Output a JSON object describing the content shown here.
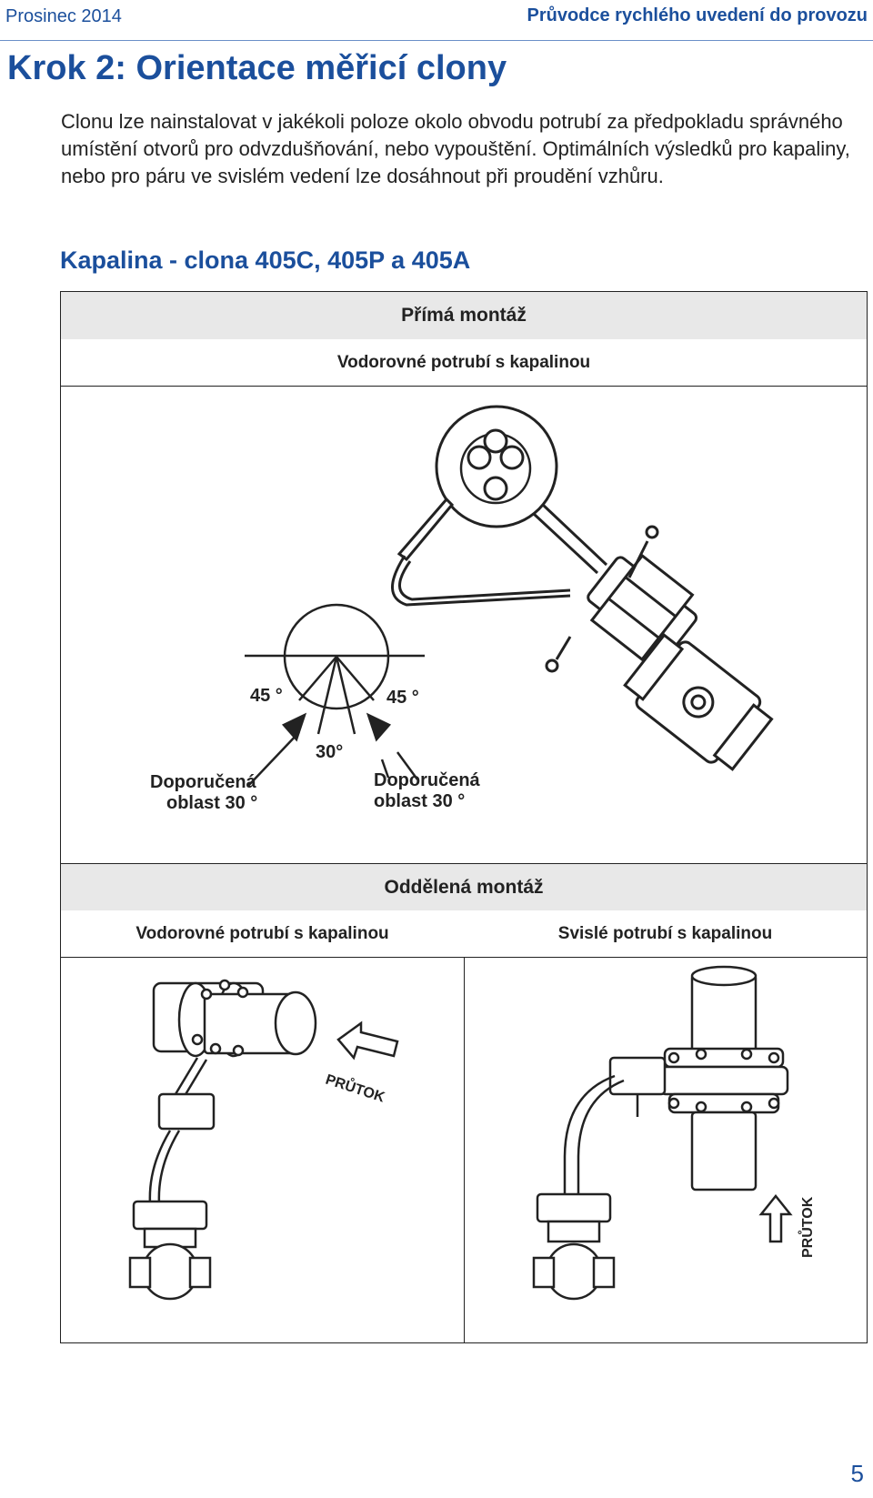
{
  "header": {
    "left": "Prosinec 2014",
    "right": "Průvodce rychlého uvedení do provozu"
  },
  "title": "Krok 2: Orientace měřicí clony",
  "intro": "Clonu lze nainstalovat v jakékoli poloze okolo obvodu potrubí za předpokladu správného umístění otvorů pro odvzdušňování, nebo vypouštění. Optimálních výsledků pro kapaliny, nebo pro páru ve svislém vedení lze dosáhnout při proudění vzhůru.",
  "subtitle": "Kapalina - clona 405C, 405P a 405A",
  "direct": {
    "heading": "Přímá montáž",
    "subheading": "Vodorovné potrubí s kapalinou",
    "angle_left": "45 °",
    "angle_right": "45 °",
    "angle_center": "30°",
    "rec_left_1": "Doporučená",
    "rec_left_2": "oblast 30 °",
    "rec_right_1": "Doporučená",
    "rec_right_2": "oblast 30 °"
  },
  "remote": {
    "heading": "Oddělená montáž",
    "left_heading": "Vodorovné potrubí s kapalinou",
    "right_heading": "Svislé potrubí s kapalinou",
    "flow_left": "PRŮTOK",
    "flow_right": "PRŮTOK"
  },
  "page_number": "5"
}
